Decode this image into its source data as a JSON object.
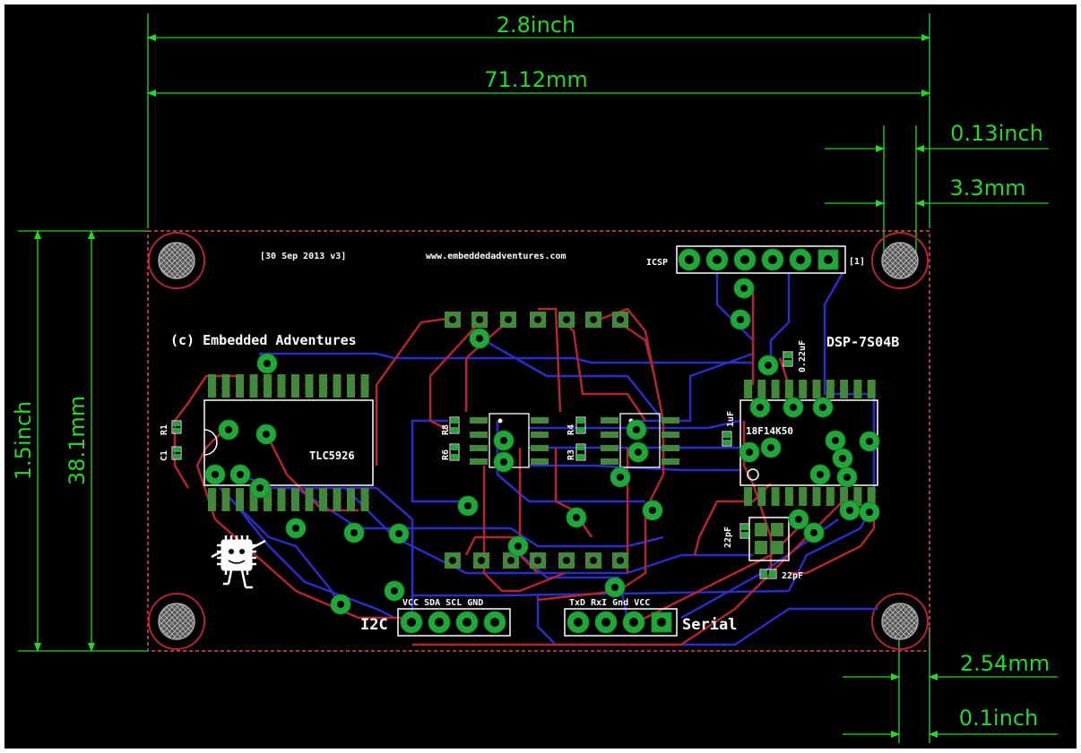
{
  "dimensions": {
    "width_inch": "2.8inch",
    "width_mm": "71.12mm",
    "height_inch": "1.5inch",
    "height_mm": "38.1mm",
    "hole_inch": "0.13inch",
    "hole_mm": "3.3mm",
    "offset_mm": "2.54mm",
    "offset_inch": "0.1inch"
  },
  "board": {
    "date_version": "[30 Sep 2013 v3]",
    "website": "www.embeddedadventures.com",
    "copyright": "(c) Embedded Adventures",
    "product": "DSP-7S04B",
    "icsp_label": "ICSP",
    "icsp_pin1": "[1]",
    "ic_driver": "TLC5926",
    "ic_mcu": "18F14K50",
    "cap_022": "0.22uF",
    "cap_1u": "1uF",
    "cap_22pf_a": "22pF",
    "cap_22pf_b": "22pF",
    "r1": "R1",
    "c1": "C1",
    "r8": "R8",
    "r6": "R6",
    "r4": "R4",
    "r3": "R3",
    "i2c_title": "I2C",
    "i2c_pins": "VCC SDA SCL GND",
    "serial_title": "Serial",
    "serial_pins": "TxD RxI Gnd VCC"
  },
  "colors": {
    "background": "#000000",
    "dimension": "#2bd42b",
    "top_copper": "#b0282c",
    "bottom_copper": "#2a2ec4",
    "pad": "#21a63a",
    "silkscreen": "#ffffff",
    "outline": "#d6506a"
  }
}
